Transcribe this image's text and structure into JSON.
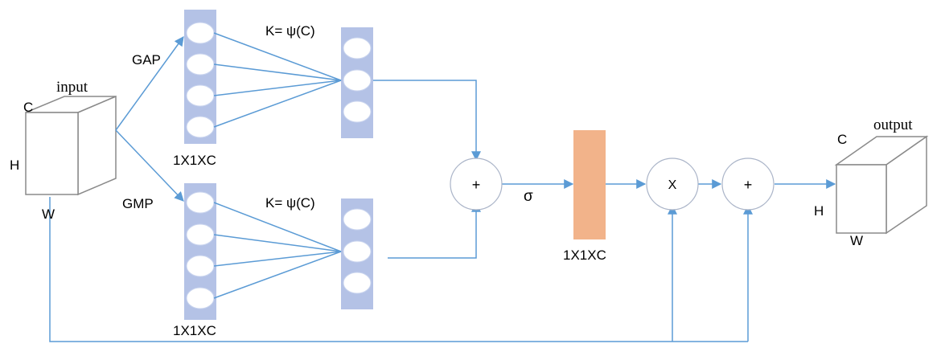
{
  "colors": {
    "column_fill": "#b4c2e6",
    "node_fill": "#ffffff",
    "node_stroke": "#c9d4ee",
    "sigmoid_bar_fill": "#f2b38a",
    "arrow": "#5b9bd5",
    "cube_stroke": "#8a8a8a"
  },
  "labels": {
    "input": "input",
    "input_c": "C",
    "input_h": "H",
    "input_w": "W",
    "gap": "GAP",
    "gmp": "GMP",
    "k_top": "K= ψ(C)",
    "k_bottom": "K= ψ(C)",
    "dim_top": "1X1XC",
    "dim_bottom": "1X1XC",
    "sigma": "σ",
    "dim_sigmoid": "1X1XC",
    "output": "output",
    "output_c": "C",
    "output_h": "H",
    "output_w": "W"
  },
  "operators": {
    "add_pool": "+",
    "multiply": "X",
    "add_residual": "+"
  }
}
